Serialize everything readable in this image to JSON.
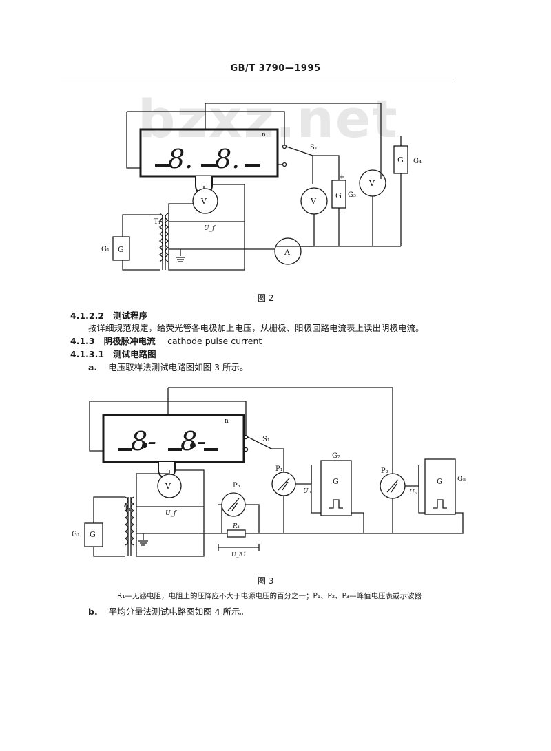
{
  "header": {
    "standard_no": "GB/T 3790—1995"
  },
  "watermark": "bzxz.net",
  "figure2": {
    "caption": "图 2",
    "labels": {
      "n": "n",
      "s1": "S₁",
      "t1": "T₁",
      "g1": "G₁",
      "g3": "G₃",
      "g4": "G₄",
      "uf": "U_f",
      "v": "V",
      "a": "A",
      "g": "G",
      "plus": "+",
      "minus": "—"
    }
  },
  "section_4122": {
    "number": "4.1.2.2",
    "title": "测试程序",
    "body": "按详细规范规定，给荧光管各电极加上电压，从栅极、阳极回路电流表上读出阴极电流。"
  },
  "section_413": {
    "number": "4.1.3",
    "title": "阴极脉冲电流",
    "title_en": "cathode pulse current"
  },
  "section_4131": {
    "number": "4.1.3.1",
    "title": "测试电路图"
  },
  "item_a": {
    "marker": "a.",
    "text": "电压取样法测试电路图如图 3 所示。"
  },
  "figure3": {
    "caption": "图 3",
    "labels": {
      "n": "n",
      "s1": "S₁",
      "t1": "T₁",
      "g1": "G₁",
      "g7": "G₇",
      "g8": "G₈",
      "p1": "P₁",
      "p2": "P₂",
      "p3": "P₃",
      "r1": "R₁",
      "ua": "Uₐ",
      "ug": "Uₙ",
      "uf": "U_f",
      "ur1": "U_R1",
      "v": "V",
      "g": "G"
    }
  },
  "figure3_note": "R₁—无感电阻，电阻上的压降应不大于电源电压的百分之一；P₁、P₂、P₃—峰值电压表或示波器",
  "item_b": {
    "marker": "b.",
    "text": "平均分量法测试电路图如图 4 所示。"
  }
}
